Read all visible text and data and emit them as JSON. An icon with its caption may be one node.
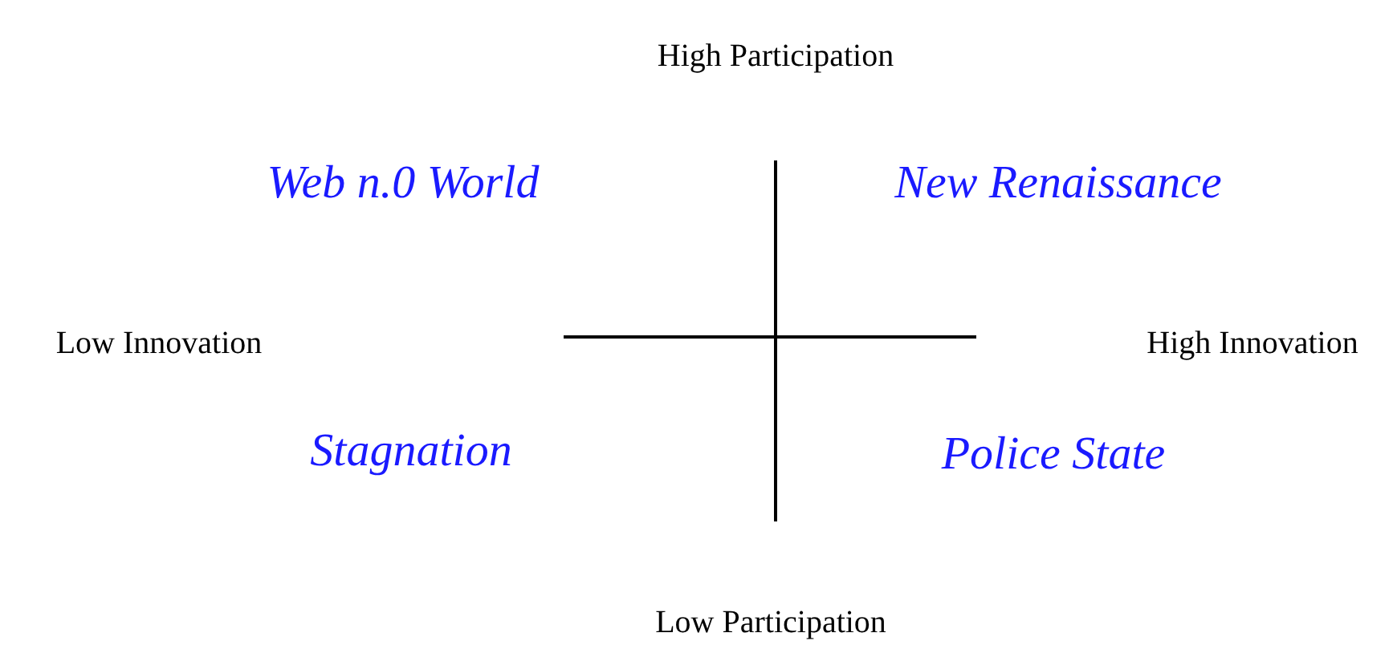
{
  "diagram": {
    "labels": [
      "High Participation",
      "Web n.0 World",
      "New Renaissance",
      "Low Innovation",
      "High Innovation",
      "Stagnation",
      "Police State",
      "Low Participation"
    ]
  }
}
